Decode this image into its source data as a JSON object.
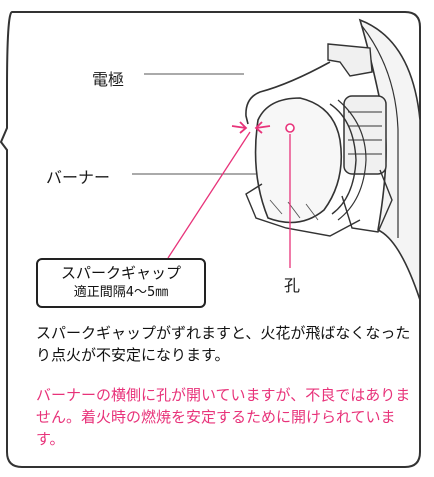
{
  "labels": {
    "electrode": "電極",
    "burner": "バーナー",
    "hole": "孔"
  },
  "spark_gap_box": {
    "line1": "スパークギャップ",
    "line2": "適正間隔4～5㎜"
  },
  "description": {
    "black": "スパークギャップがずれますと、火花が飛ばなくなったり点火が不安定になります。",
    "pink": "バーナーの横側に孔が開いていますが、不良ではありません。着火時の燃焼を安定するために開けられています。"
  },
  "colors": {
    "text": "#111111",
    "accent": "#e8337a",
    "outline": "#222222"
  }
}
